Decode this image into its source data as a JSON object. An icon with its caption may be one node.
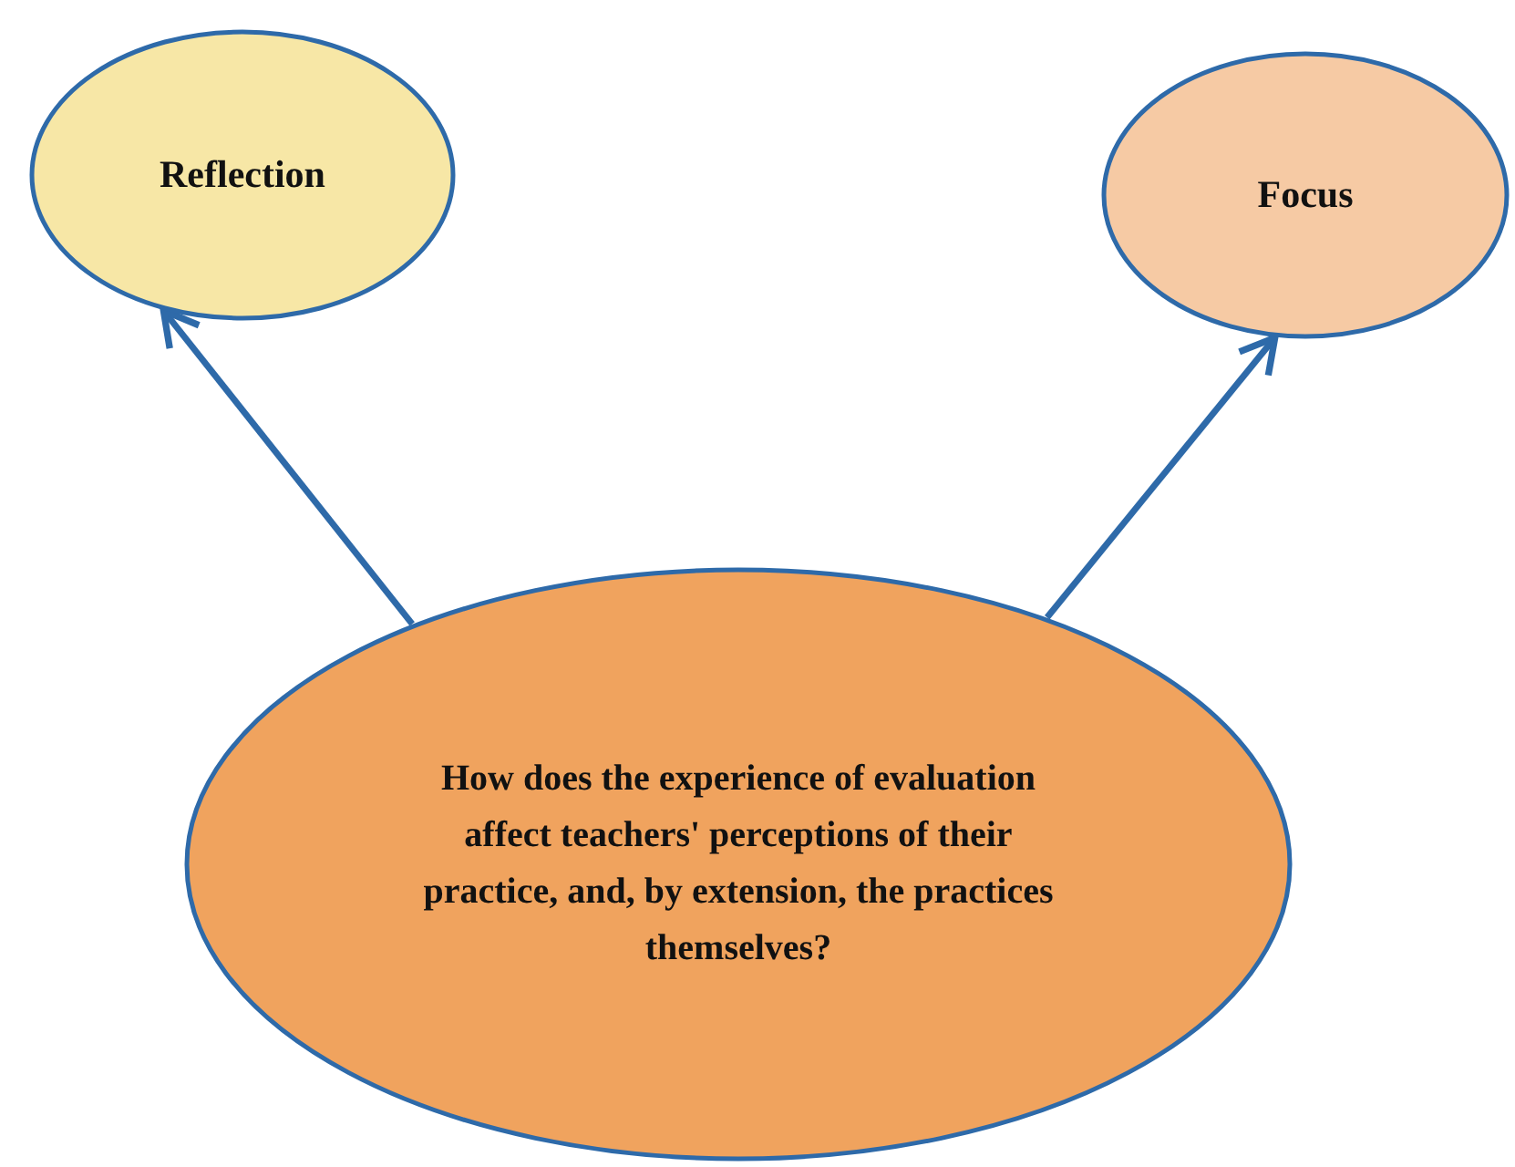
{
  "diagram": {
    "nodes": [
      {
        "text": [
          "Reflection"
        ]
      },
      {
        "text": [
          "Focus"
        ]
      },
      {
        "text": [
          "How does the experience of evaluation affect teachers' perceptions of their practice, and, by extension, the practices themselves?"
        ]
      }
    ],
    "edges": [
      {
        "from": 2,
        "to": 0,
        "arrow": "to"
      },
      {
        "from": 2,
        "to": 1,
        "arrow": "to"
      }
    ]
  }
}
